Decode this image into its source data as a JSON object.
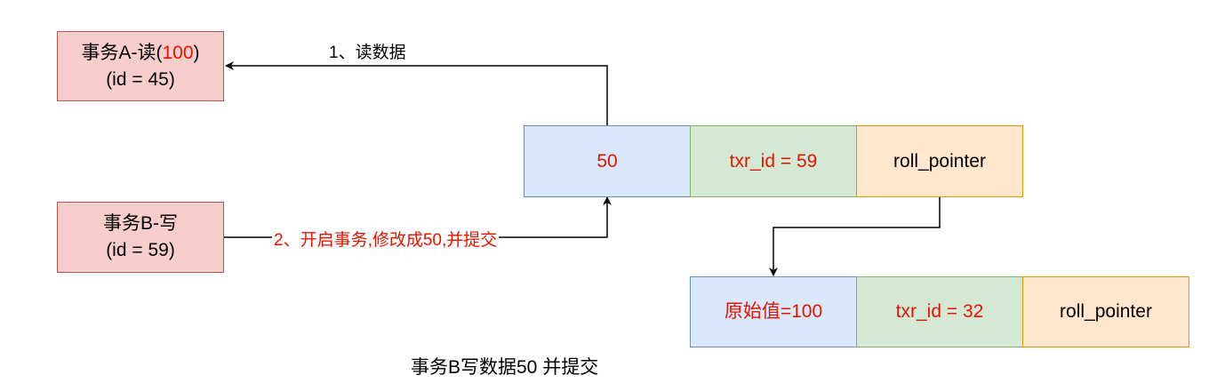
{
  "txn_a": {
    "title": "事务A-读(",
    "value": "100",
    "close": ")",
    "id_line": "(id = 45)"
  },
  "txn_b": {
    "title": "事务B-写",
    "id_line": "(id = 59)"
  },
  "current_record": {
    "value": "50",
    "txr_id": "txr_id = 59",
    "pointer": "roll_pointer"
  },
  "undo_record": {
    "value": "原始值=100",
    "txr_id": "txr_id = 32",
    "pointer": "roll_pointer"
  },
  "edges": {
    "read": "1、读数据",
    "write": "2、开启事务,修改成50,并提交"
  },
  "caption": "事务B写数据50 并提交",
  "colors": {
    "red_text": "#e51400",
    "txn_fill": "#f8cecc",
    "blue_fill": "#dae8fc",
    "green_fill": "#d5e8d4",
    "orange_fill": "#ffe6cc"
  }
}
